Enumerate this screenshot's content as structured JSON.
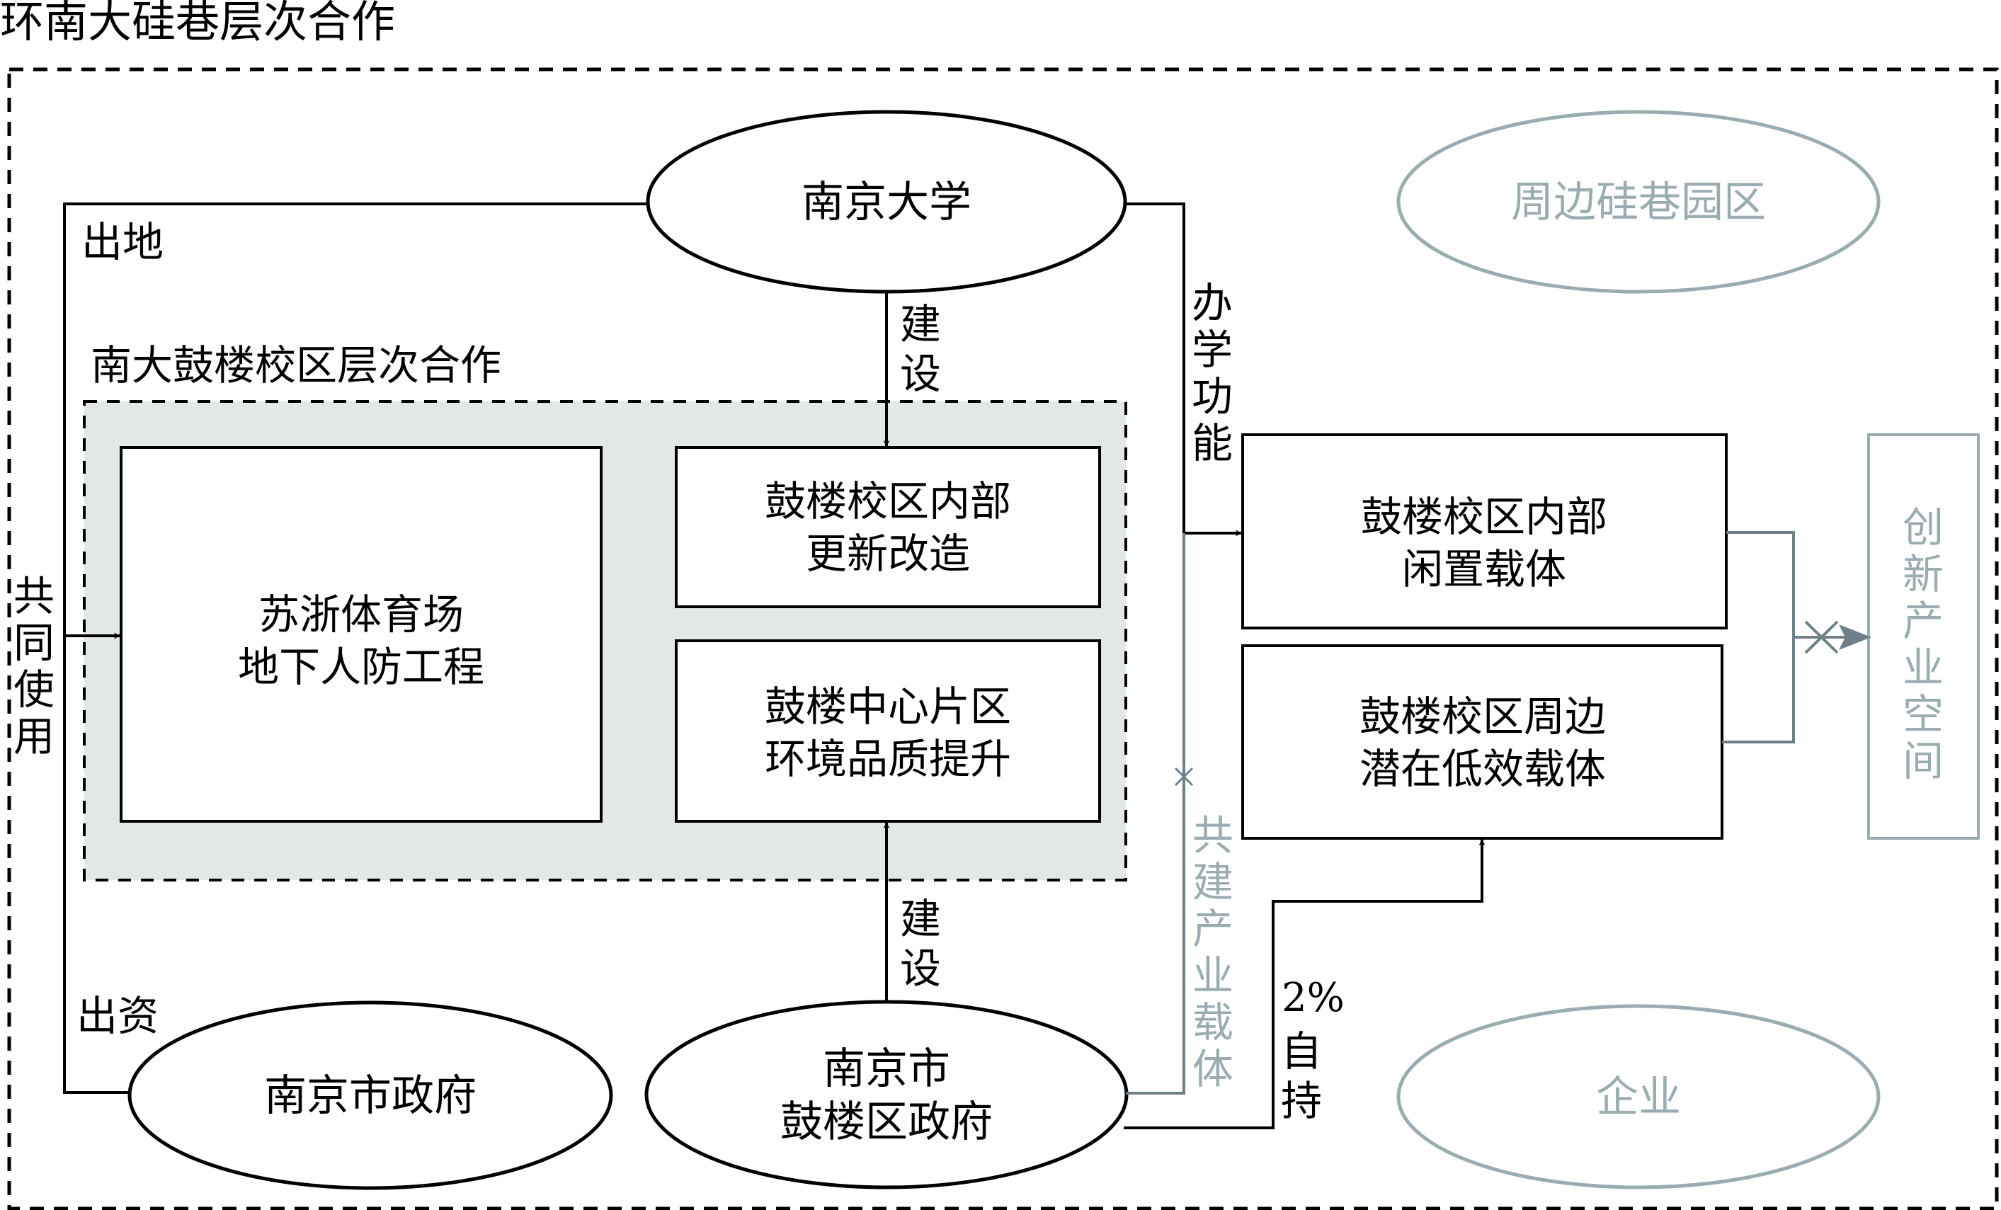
{
  "title": "环南大硅巷层次合作",
  "subtitle": "南大鼓楼校区层次合作",
  "colors": {
    "line": "#000000",
    "gray_line": "#6e8088",
    "gray_text": "#9aacb0",
    "panel_fill": "#e2e7e7"
  },
  "actors": {
    "nju": "南京大学",
    "city_gov": "南京市政府",
    "gulou_gov_line1": "南京市",
    "gulou_gov_line2": "鼓楼区政府",
    "silicon_parks": "周边硅巷园区",
    "enterprise": "企业"
  },
  "projects": {
    "suzhe_line1": "苏浙体育场",
    "suzhe_line2": "地下人防工程",
    "campus_renewal_line1": "鼓楼校区内部",
    "campus_renewal_line2": "更新改造",
    "center_env_line1": "鼓楼中心片区",
    "center_env_line2": "环境品质提升"
  },
  "carriers": {
    "idle_line1": "鼓楼校区内部",
    "idle_line2": "闲置载体",
    "potential_line1": "鼓楼校区周边",
    "potential_line2": "潜在低效载体"
  },
  "target": {
    "innovation_space": [
      "创",
      "新",
      "产",
      "业",
      "空",
      "间"
    ]
  },
  "edge_labels": {
    "land": "出地",
    "invest": "出资",
    "shared_use": [
      "共",
      "同",
      "使",
      "用"
    ],
    "build_top": [
      "建",
      "设"
    ],
    "build_bottom": [
      "建",
      "设"
    ],
    "school_function": [
      "办",
      "学",
      "功",
      "能"
    ],
    "co_build": [
      "共",
      "建",
      "产",
      "业",
      "载",
      "体"
    ],
    "self_hold_pct": "2%",
    "self_hold": [
      "自",
      "持"
    ]
  }
}
